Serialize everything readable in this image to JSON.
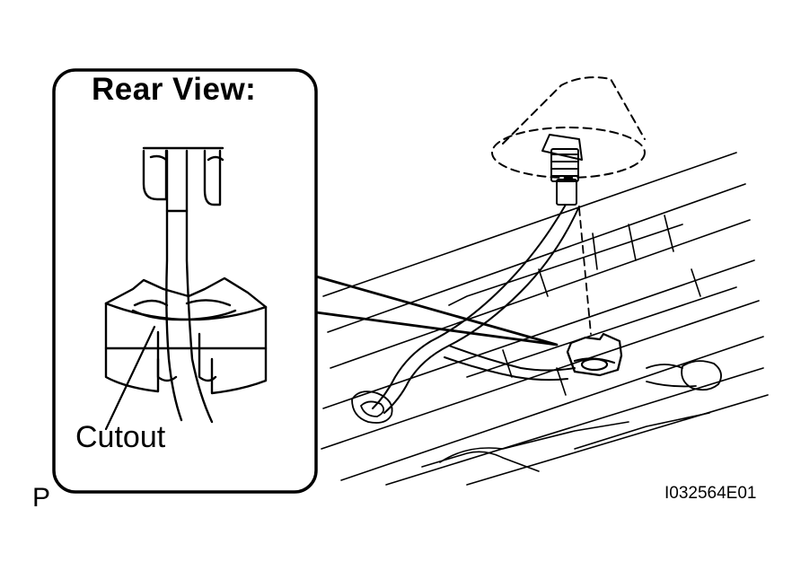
{
  "inset": {
    "title": "Rear View:",
    "callout_label": "Cutout"
  },
  "corner_mark": "P",
  "figure_id": "I032564E01",
  "colors": {
    "ink": "#000000",
    "paper": "#ffffff"
  }
}
